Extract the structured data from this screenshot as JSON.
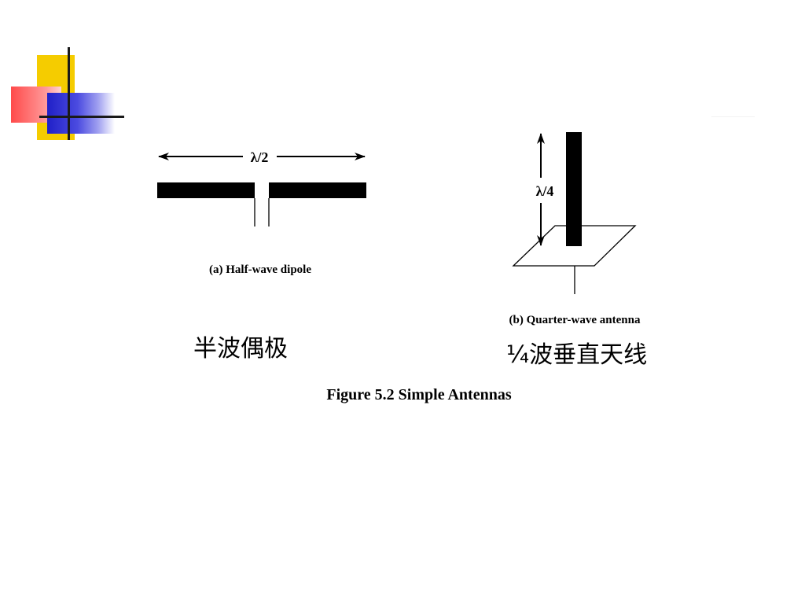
{
  "figure": {
    "caption": "Figure 5.2  Simple Antennas",
    "dipole": {
      "length_label": "λ/2",
      "caption": "(a) Half-wave dipole",
      "chinese_label": "半波偶极"
    },
    "monopole": {
      "length_label": "λ/4",
      "caption": "(b) Quarter-wave antenna",
      "chinese_label": "¼波垂直天线"
    }
  },
  "colors": {
    "decor_yellow": "#f5cc00",
    "decor_red": "#ff4a4a",
    "decor_blue": "#2020c8",
    "ink": "#000000"
  }
}
